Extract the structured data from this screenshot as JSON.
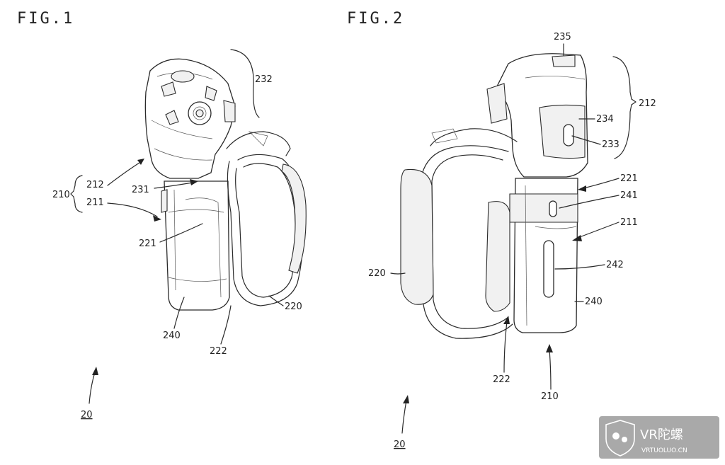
{
  "figures": [
    {
      "title": "FIG.1",
      "figure_ref": "20",
      "labels": {
        "r232": "232",
        "r212": "212",
        "r210": "210",
        "r211": "211",
        "r231": "231",
        "r221": "221",
        "r240": "240",
        "r222": "222",
        "r220": "220"
      }
    },
    {
      "title": "FIG.2",
      "figure_ref": "20",
      "labels": {
        "r235": "235",
        "r212": "212",
        "r234": "234",
        "r233": "233",
        "r221": "221",
        "r241": "241",
        "r211": "211",
        "r242": "242",
        "r220": "220",
        "r240": "240",
        "r222": "222",
        "r210": "210"
      }
    }
  ],
  "watermark": {
    "name": "VR陀螺",
    "url": "VRTUOLUO.CN",
    "icon": "wechat-logo-icon"
  }
}
